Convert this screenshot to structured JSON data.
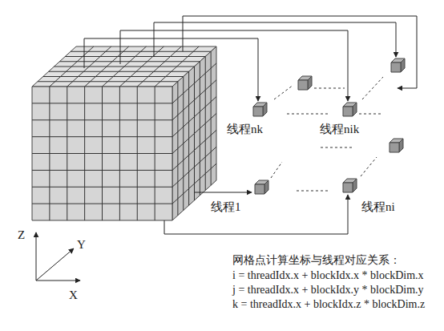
{
  "diagram": {
    "nodes": [
      {
        "text": [
          "线程nk"
        ]
      },
      {
        "text": [
          "线程nik"
        ]
      },
      {
        "text": [
          "线程1"
        ]
      },
      {
        "text": [
          "线程ni"
        ]
      }
    ],
    "labels": [
      "Z",
      "Y",
      "X",
      "网格点计算坐标与线程对应关系：",
      "i = threadIdx.x + blockIdx.x * blockDim.x",
      "j = threadIdx.x + blockIdx.y * blockDim.y",
      "k = threadIdx.x + blockIdx.z * blockDim.z"
    ]
  }
}
